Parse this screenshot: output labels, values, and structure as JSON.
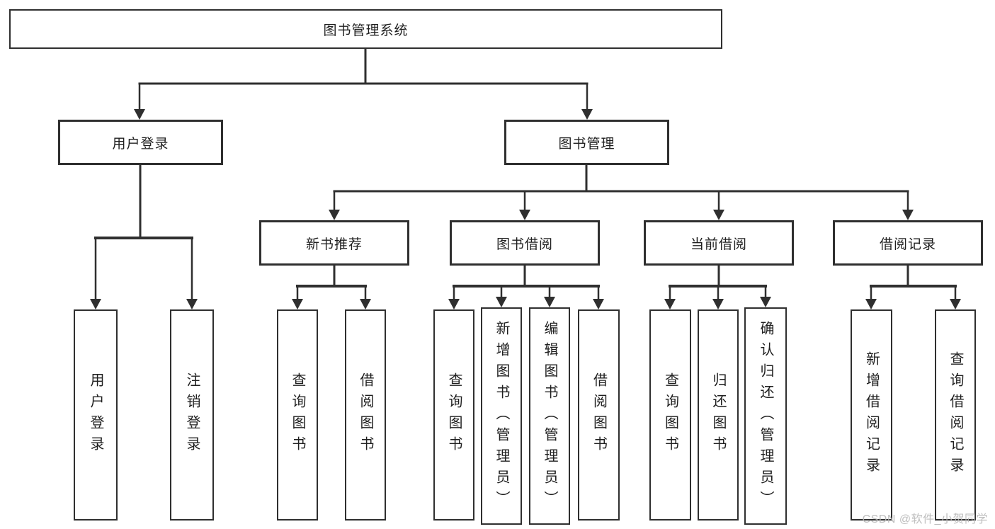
{
  "tree": {
    "root": "图书管理系统",
    "branches": [
      {
        "label": "用户登录",
        "leaves": [
          "用户登录",
          "注销登录"
        ]
      },
      {
        "label": "图书管理",
        "groups": [
          {
            "label": "新书推荐",
            "leaves": [
              "查询图书",
              "借阅图书"
            ]
          },
          {
            "label": "图书借阅",
            "leaves": [
              "查询图书",
              "新增图书（管理员）",
              "编辑图书（管理员）",
              "借阅图书"
            ]
          },
          {
            "label": "当前借阅",
            "leaves": [
              "查询图书",
              "归还图书",
              "确认归还（管理员）"
            ]
          },
          {
            "label": "借阅记录",
            "leaves": [
              "新增借阅记录",
              "查询借阅记录"
            ]
          }
        ]
      }
    ]
  },
  "watermark": "CSDN @软件_小贺同学",
  "colors": {
    "line": "#2f2f2f",
    "box_border": "#2f2f2f",
    "text": "#1f1f1f",
    "watermark": "#b9b9b9",
    "background": "#ffffff"
  }
}
